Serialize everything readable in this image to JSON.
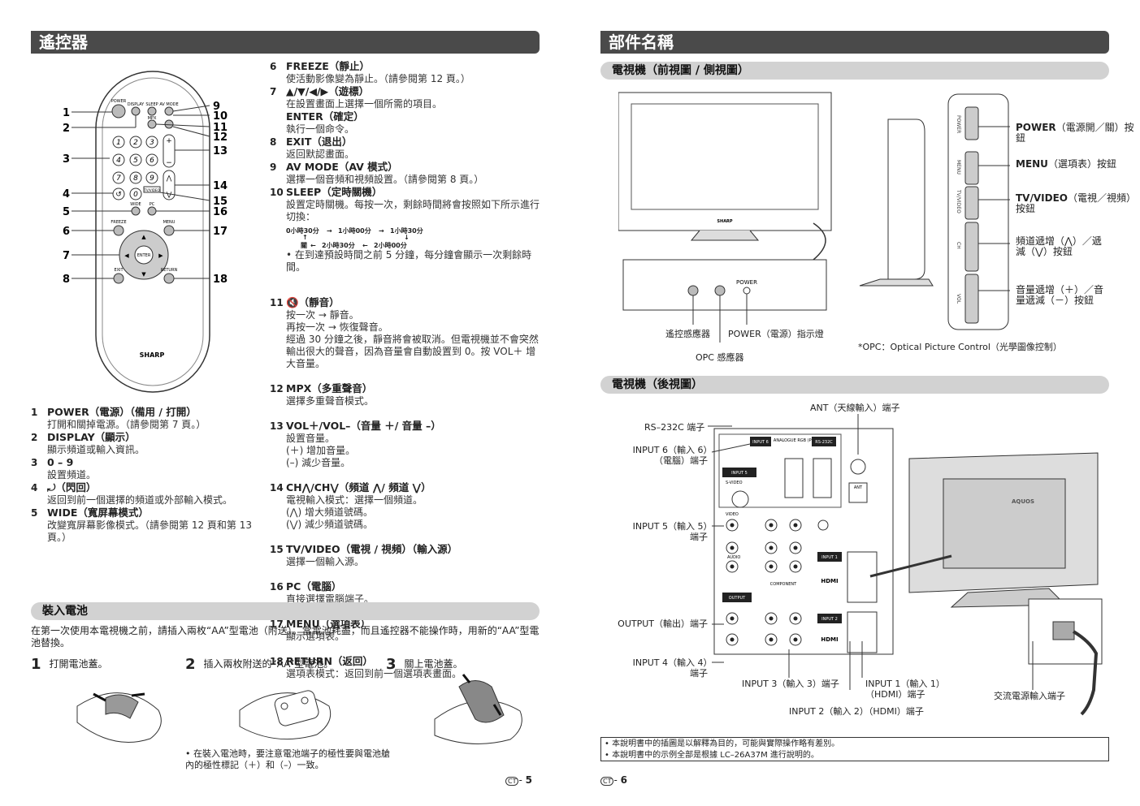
{
  "left": {
    "header": "遙控器",
    "remote": {
      "brand": "SHARP",
      "buttons": [
        "POWER",
        "DISPLAY",
        "SLEEP",
        "AV MODE",
        "MPX",
        "WIDE",
        "PC",
        "FREEZE",
        "MENU",
        "EXIT",
        "RETURN",
        "ENTER",
        "TV/VIDEO",
        "VOL",
        "CH"
      ],
      "digits": [
        "1",
        "2",
        "3",
        "4",
        "5",
        "6",
        "7",
        "8",
        "9",
        "0"
      ],
      "callouts_left": [
        "1",
        "2",
        "3",
        "4",
        "5",
        "6",
        "7",
        "8"
      ],
      "callouts_right": [
        "9",
        "10",
        "11",
        "12",
        "13",
        "14",
        "15",
        "16",
        "17",
        "18"
      ]
    },
    "items_a": [
      {
        "num": "1",
        "title": "POWER（電源）（備用 / 打開）",
        "desc": "打開和關掉電源。（請參閱第 7 頁。）"
      },
      {
        "num": "2",
        "title": "DISPLAY（顯示）",
        "desc": "顯示頻道或輸入資訊。"
      },
      {
        "num": "3",
        "title": "0 – 9",
        "desc": "設置頻道。"
      },
      {
        "num": "4",
        "title": "⤾（閃回）",
        "desc": "返回到前一個選擇的頻道或外部輸入模式。"
      },
      {
        "num": "5",
        "title": "WIDE（寬屏幕模式）",
        "desc": "改變寬屏幕影像模式。（請參閱第 12 頁和第 13 頁。）"
      }
    ],
    "items_b": [
      {
        "num": "6",
        "title": "FREEZE（靜止）",
        "desc": "使活動影像變為靜止。（請參閱第 12 頁。）"
      },
      {
        "num": "7",
        "title": "▲/▼/◀/▶（遊標）",
        "desc": "在設置畫面上選擇一個所需的項目。"
      },
      {
        "num": "",
        "title": "ENTER（確定）",
        "desc": "執行一個命令。"
      },
      {
        "num": "8",
        "title": "EXIT（退出）",
        "desc": "返回默認畫面。"
      },
      {
        "num": "9",
        "title": "AV MODE（AV 模式）",
        "desc": "選擇一個音頻和視頻設置。（請參閱第 8 頁。）"
      },
      {
        "num": "10",
        "title": "SLEEP（定時關機）",
        "desc": "設置定時關機。每按一次，剩餘時間將會按照如下所示進行切換："
      }
    ],
    "sleep_cycle": [
      "0小時30分",
      "1小時00分",
      "1小時30分",
      "2小時00分",
      "2小時30分",
      "關"
    ],
    "sleep_note": "• 在到達預設時間之前 5 分鐘，每分鐘會顯示一次剩餘時間。",
    "items_c": [
      {
        "num": "11",
        "title": "🔇（靜音）",
        "desc": "按一次 → 靜音。\n再按一次 → 恢復聲音。\n經過 30 分鐘之後，靜音將會被取消。但電視機並不會突然輸出很大的聲音，因為音量會自動設置到 0。按 VOL＋ 增大音量。"
      },
      {
        "num": "12",
        "title": "MPX（多重聲音）",
        "desc": "選擇多重聲音模式。"
      },
      {
        "num": "13",
        "title": "VOL＋/VOL–（音量 ＋/ 音量 –）",
        "desc": "設置音量。\n(＋) 增加音量。\n(–) 減少音量。"
      },
      {
        "num": "14",
        "title": "CH⋀/CH⋁（頻道 ⋀/ 頻道 ⋁）",
        "desc": "電視輸入模式：選擇一個頻道。\n(⋀) 增大頻道號碼。\n(⋁) 減少頻道號碼。"
      },
      {
        "num": "15",
        "title": "TV/VIDEO（電視 / 視頻）（輸入源）",
        "desc": "選擇一個輸入源。"
      },
      {
        "num": "16",
        "title": "PC（電腦）",
        "desc": "直接選擇電腦端子。"
      },
      {
        "num": "17",
        "title": "MENU（選項表）",
        "desc": "顯示選項表。"
      },
      {
        "num": "18",
        "title": "RETURN（返回）",
        "desc": "選項表模式：返回到前一個選項表畫面。"
      }
    ],
    "battery": {
      "header": "裝入電池",
      "intro": "在第一次使用本電視機之前，請插入兩枚“AA”型電池（附送）。當電池耗盡，而且遙控器不能操作時，用新的“AA”型電池替換。",
      "steps": [
        {
          "num": "1",
          "text": "打開電池蓋。"
        },
        {
          "num": "2",
          "text": "插入兩枚附送的“AA”型電池。"
        },
        {
          "num": "3",
          "text": "關上電池蓋。"
        }
      ],
      "note": "• 在裝入電池時，要注意電池端子的極性要與電池艙內的極性標記（＋）和（–）一致。"
    },
    "page_num": "5",
    "page_mark": "CT"
  },
  "right": {
    "header": "部件名稱",
    "front_header": "電視機（前視圖 / 側視圖）",
    "front_labels": {
      "remote_sensor": "遙控感應器",
      "power_indicator": "POWER（電源）指示燈",
      "opc_sensor": "OPC 感應器",
      "power_small": "POWER",
      "brand": "SHARP"
    },
    "side_buttons": [
      "POWER",
      "MENU",
      "TV/VIDEO",
      "CH",
      "VOL"
    ],
    "side_labels": [
      {
        "bold": "POWER",
        "text": "（電源開／關）按鈕"
      },
      {
        "bold": "MENU",
        "text": "（選項表）按鈕"
      },
      {
        "bold": "TV/VIDEO",
        "text": "（電視／視頻）按鈕"
      },
      {
        "bold": "",
        "text": "頻道遞增（⋀）／遞減（⋁）按鈕"
      },
      {
        "bold": "",
        "text": "音量遞增（＋）／音量遞減（－）按鈕"
      }
    ],
    "opc_note": "*OPC：Optical Picture Control（光學圖像控制）",
    "rear_header": "電視機（後視圖）",
    "rear_labels": {
      "ant": "ANT（天線輸入）端子",
      "rs232": "RS–232C 端子",
      "input6": "INPUT 6（輸入 6）（電腦）端子",
      "input5": "INPUT 5（輸入 5）端子",
      "output": "OUTPUT（輸出）端子",
      "input4": "INPUT 4（輸入 4）端子",
      "input3": "INPUT 3（輸入 3）端子",
      "input1": "INPUT 1（輸入 1）（HDMI）端子",
      "input2": "INPUT 2（輸入 2）（HDMI）端子",
      "ac": "交流電源輸入端子"
    },
    "panel_text": [
      "INPUT 6",
      "ANALOGUE RGB (PC)",
      "RS-232C",
      "INPUT 5",
      "S-VIDEO",
      "VIDEO",
      "AUDIO",
      "ANT",
      "COMPONENT",
      "INPUT 1",
      "INPUT 2",
      "HDMI",
      "OUTPUT",
      "AQUOS"
    ],
    "notes": [
      "• 本說明書中的插圖是以解釋為目的，可能與實際操作略有差別。",
      "• 本說明書中的示例全部是根據 LC–26A37M 進行說明的。"
    ],
    "page_num": "6",
    "page_mark": "CT"
  }
}
